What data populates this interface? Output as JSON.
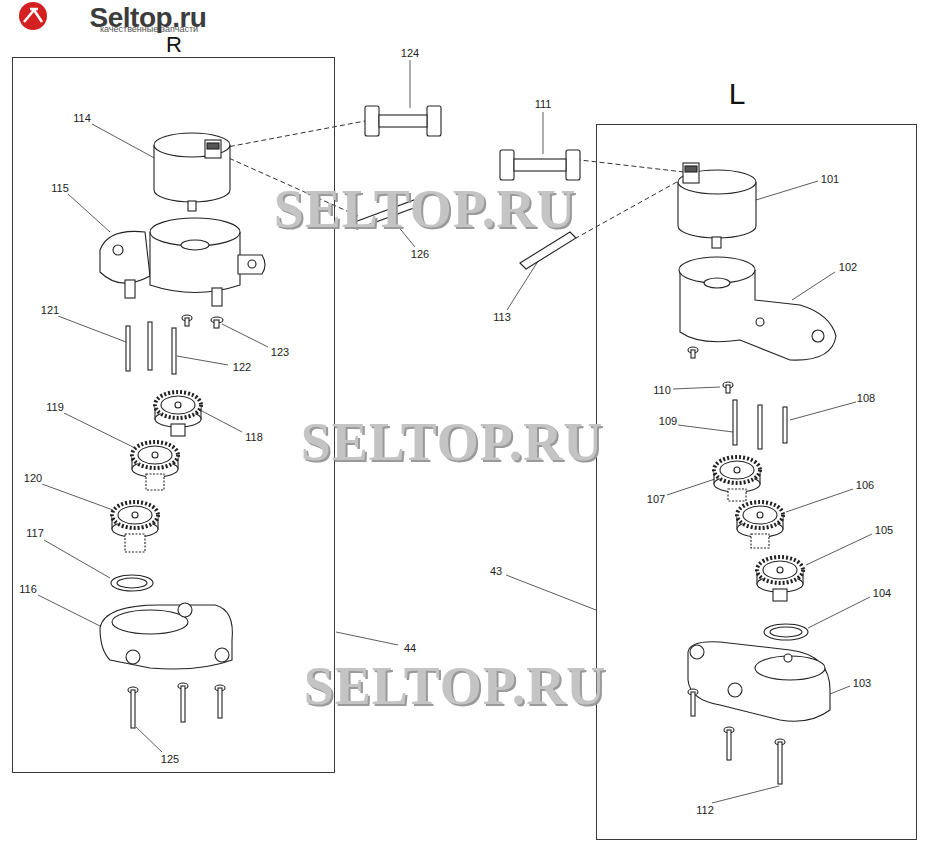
{
  "diagram": {
    "nodes": [
      {
        "text": [
          "R"
        ]
      },
      {
        "text": [
          "L"
        ]
      }
    ],
    "labels": [
      "Seltop.ru",
      "качественные запчасти",
      "SELTOP.RU",
      "SELTOP.RU",
      "SELTOP.RU",
      "124",
      "111",
      "114",
      "115",
      "126",
      "113",
      "121",
      "122",
      "123",
      "119",
      "118",
      "120",
      "117",
      "116",
      "125",
      "44",
      "101",
      "102",
      "110",
      "109",
      "108",
      "107",
      "106",
      "105",
      "43",
      "104",
      "103",
      "112"
    ]
  }
}
